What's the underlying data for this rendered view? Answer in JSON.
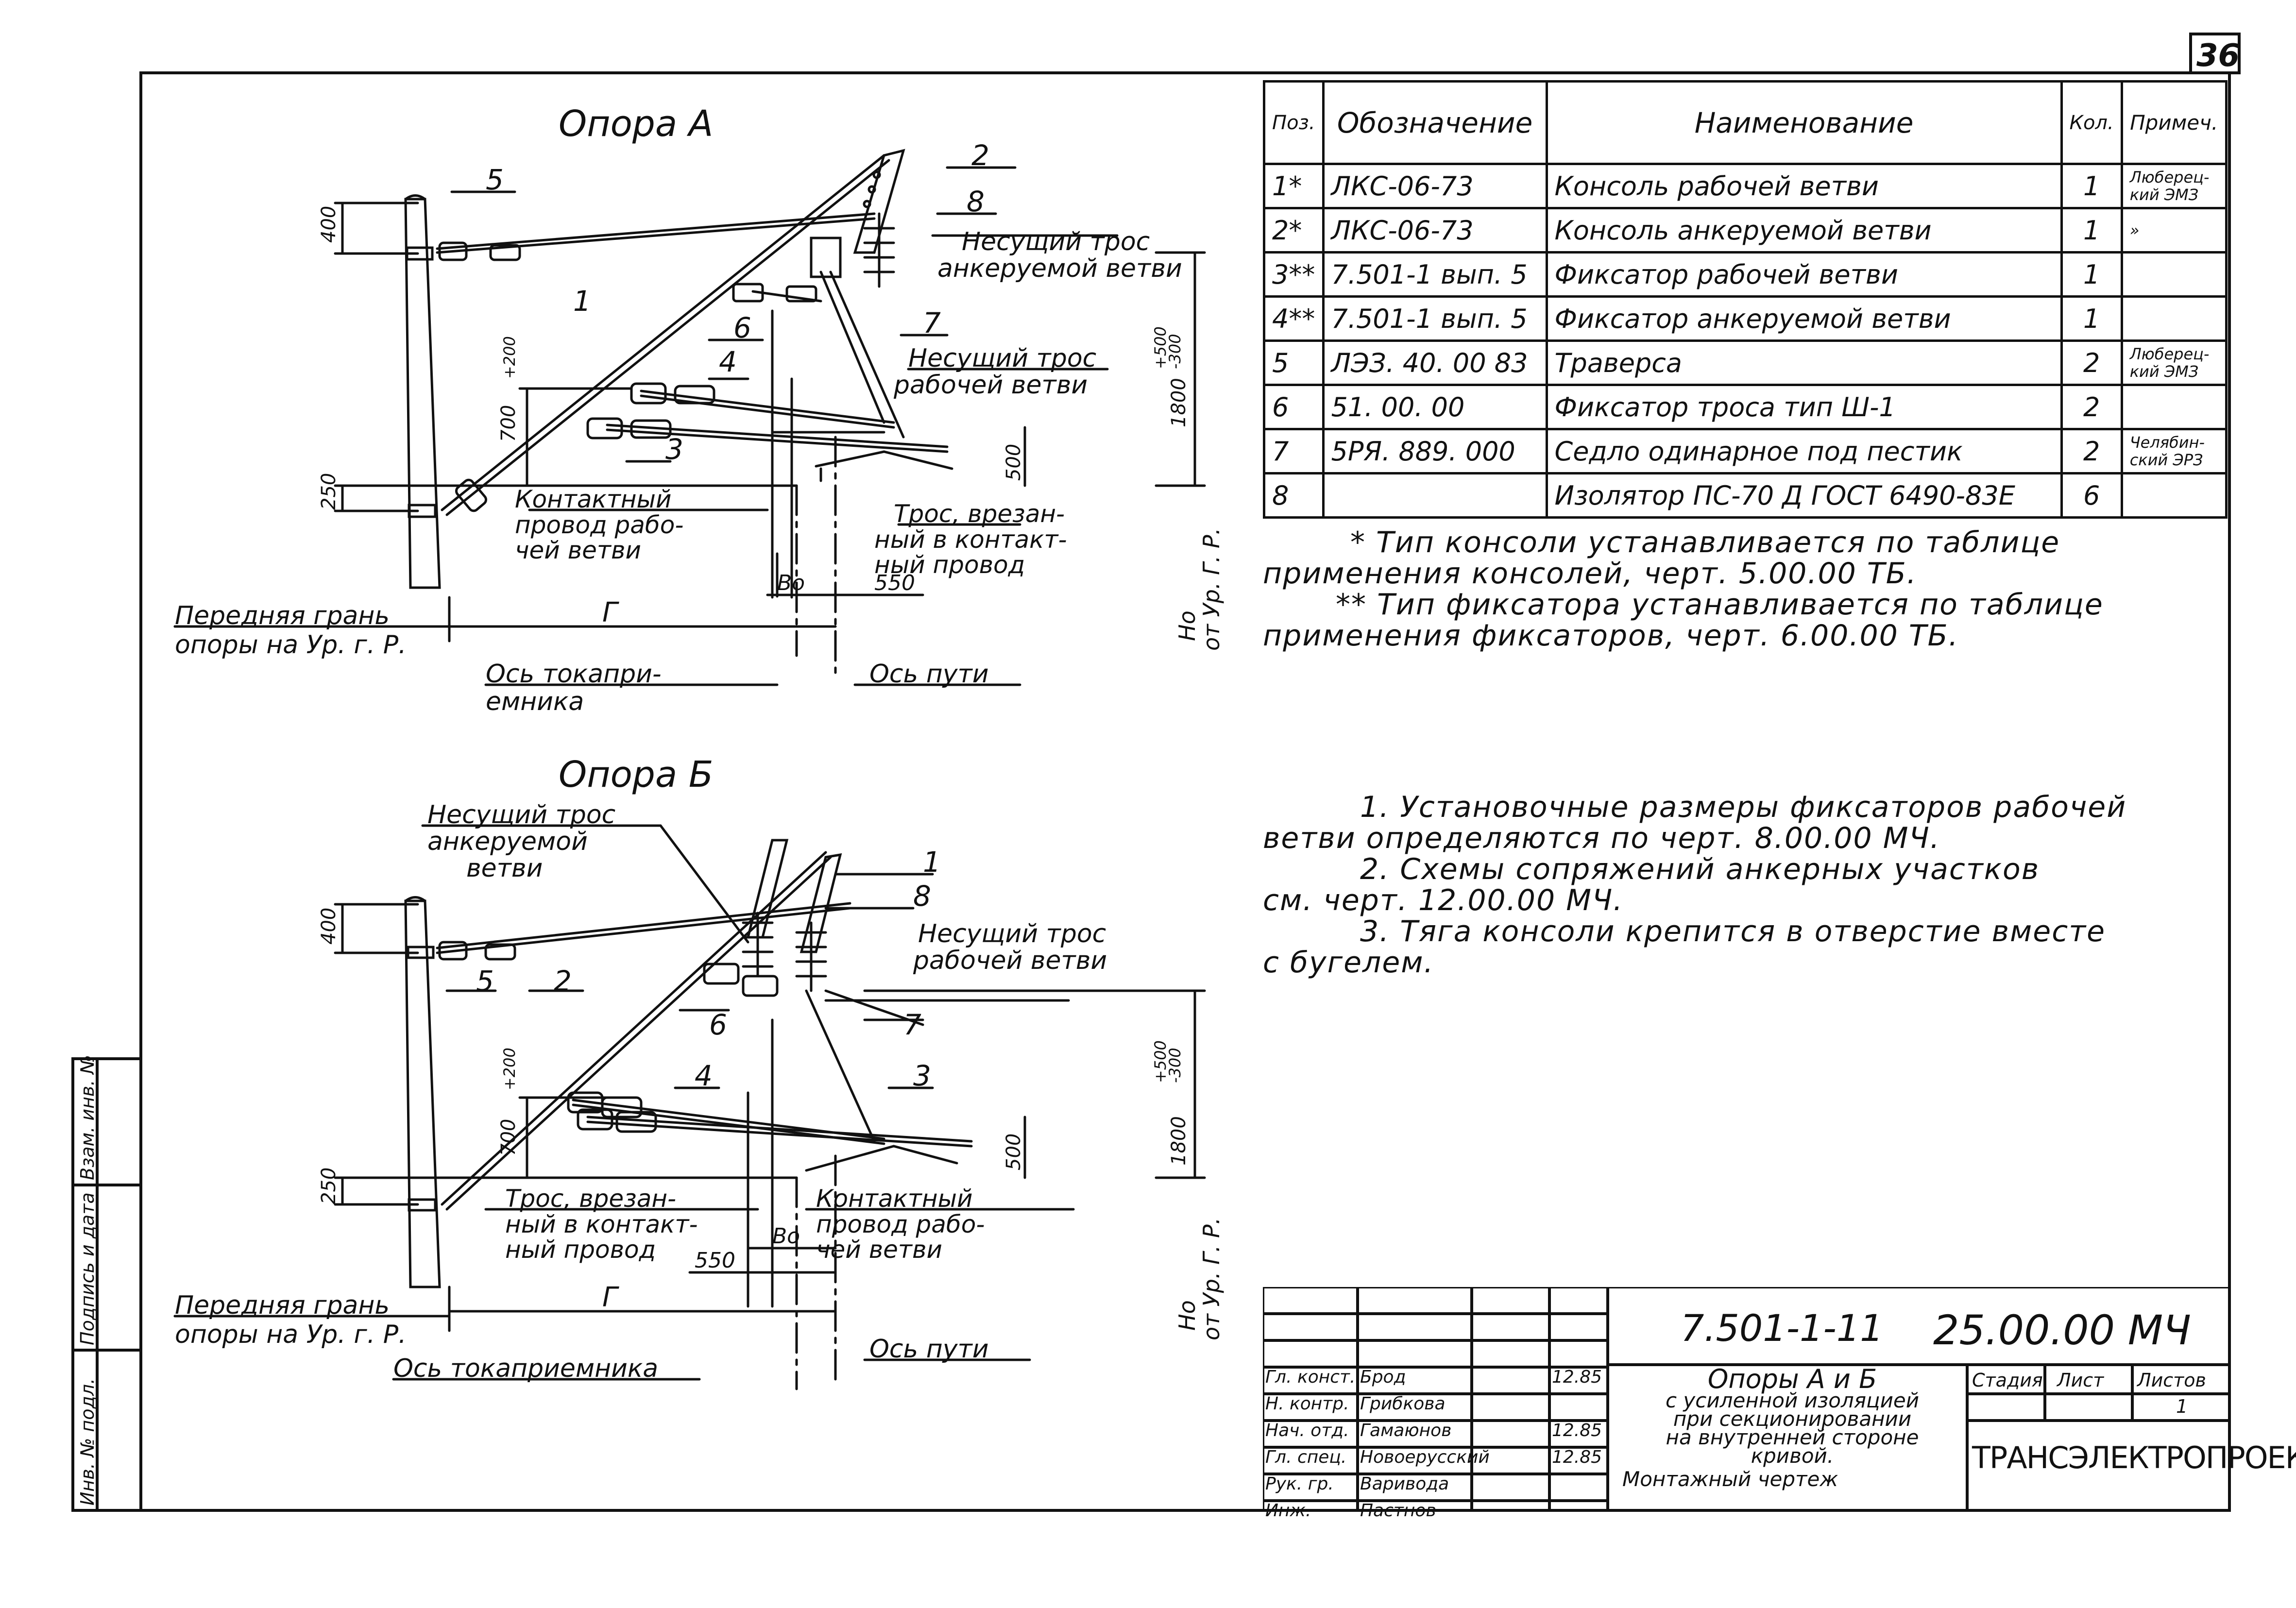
{
  "sheet": {
    "number": "36"
  },
  "drawings": {
    "support_a": {
      "title": "Опора А",
      "labels": {
        "n5": "5",
        "n2": "2",
        "n8": "8",
        "n1": "1",
        "n6": "6",
        "n7": "7",
        "n4": "4",
        "n3": "3",
        "carrier_anchored_1": "Несущий трос",
        "carrier_anchored_2": "анкеруемой ветви",
        "carrier_working_1": "Несущий трос",
        "carrier_working_2": "рабочей ветви",
        "contact_1": "Контактный",
        "contact_2": "провод рабо-",
        "contact_3": "чей ветви",
        "cable_1": "Трос, врезан-",
        "cable_2": "ный в контакт-",
        "cable_3": "ный провод",
        "front_1": "Передняя грань",
        "front_2": "опоры на Ур. г. Р.",
        "axis_pant_1": "Ось токапри-",
        "axis_pant_2": "емника",
        "axis_track": "Ось пути",
        "dim_400": "400",
        "dim_700": "700",
        "dim_200": "+200",
        "dim_250": "250",
        "dim_1800": "1800",
        "dim_500p": "+500",
        "dim_300m": "-300",
        "dim_500": "500",
        "dim_550": "550",
        "dim_bo": "Во",
        "dim_g": "Г",
        "ho_1": "Но",
        "ho_2": "от Ур. Г. Р."
      }
    },
    "support_b": {
      "title": "Опора Б",
      "labels": {
        "carrier_anchored_1": "Несущий трос",
        "carrier_anchored_2": "анкеруемой",
        "carrier_anchored_3": "ветви",
        "n1": "1",
        "n8": "8",
        "n5": "5",
        "n2": "2",
        "n6": "6",
        "n7": "7",
        "n4": "4",
        "n3": "3",
        "carrier_working_1": "Несущий трос",
        "carrier_working_2": "рабочей ветви",
        "cable_1": "Трос, врезан-",
        "cable_2": "ный в контакт-",
        "cable_3": "ный провод",
        "contact_1": "Контактный",
        "contact_2": "провод рабо-",
        "contact_3": "чей ветви",
        "front_1": "Передняя грань",
        "front_2": "опоры на Ур. г. Р.",
        "axis_pant": "Ось токаприемника",
        "axis_track": "Ось пути",
        "dim_400": "400",
        "dim_700": "700",
        "dim_200": "+200",
        "dim_250": "250",
        "dim_1800": "1800",
        "dim_500p": "+500",
        "dim_300m": "-300",
        "dim_500": "500",
        "dim_550": "550",
        "dim_bo": "Во",
        "dim_g": "Г",
        "ho_1": "Но",
        "ho_2": "от Ур. Г. Р."
      }
    }
  },
  "spec_table": {
    "headers": [
      "Поз.",
      "Обозначение",
      "Наименование",
      "Кол.",
      "Примеч."
    ],
    "rows": [
      [
        "1*",
        "ЛКС-06-73",
        "Консоль рабочей ветви",
        "1",
        "Люберец-кий ЭМЗ"
      ],
      [
        "2*",
        "ЛКС-06-73",
        "Консоль анкеруемой ветви",
        "1",
        "»"
      ],
      [
        "3**",
        "7.501-1 вып. 5",
        "Фиксатор рабочей ветви",
        "1",
        ""
      ],
      [
        "4**",
        "7.501-1 вып. 5",
        "Фиксатор анкеруемой ветви",
        "1",
        ""
      ],
      [
        "5",
        "ЛЭЗ. 40. 00 83",
        "Траверса",
        "2",
        "Люберец-кий ЭМЗ"
      ],
      [
        "6",
        "51. 00. 00",
        "Фиксатор троса тип Ш-1",
        "2",
        ""
      ],
      [
        "7",
        "5РЯ. 889. 000",
        "Седло одинарное под пестик",
        "2",
        "Челябин-ский ЭРЗ"
      ],
      [
        "8",
        "",
        "Изолятор ПС-70 Д ГОСТ 6490-83Е",
        "6",
        ""
      ]
    ]
  },
  "footnotes": [
    "* Тип консоли устанавливается по таблице",
    "применения консолей, черт. 5.00.00 ТБ.",
    "** Тип фиксатора устанавливается по таблице",
    "применения фиксаторов, черт. 6.00.00 ТБ."
  ],
  "notes": [
    "1. Установочные размеры фиксаторов рабочей",
    "ветви определяются по черт. 8.00.00 МЧ.",
    "2. Схемы сопряжений анкерных участков",
    "см. черт. 12.00.00 МЧ.",
    "3. Тяга консоли крепится в отверстие вместе",
    "с бугелем."
  ],
  "title_block": {
    "code": "7.501-1-11",
    "doc_number": "25.00.00 МЧ",
    "title_lines": [
      "Опоры А и Б",
      "с усиленной изоляцией",
      "при секционировании",
      "на внутренней стороне",
      "кривой."
    ],
    "subtitle": "Монтажный чертеж",
    "stage_label": "Стадия",
    "sheet_label": "Лист",
    "sheets_label": "Листов",
    "sheets_value": "1",
    "org": "ТРАНСЭЛЕКТРОПРОЕКТ",
    "staff": [
      {
        "role": "Гл. конст.",
        "name": "Брод",
        "date": "12.85"
      },
      {
        "role": "Н. контр.",
        "name": "Грибкова",
        "date": ""
      },
      {
        "role": "Нач. отд.",
        "name": "Гамаюнов",
        "date": "12.85"
      },
      {
        "role": "Гл. спец.",
        "name": "Новоерусский",
        "date": "12.85"
      },
      {
        "role": "Рук. гр.",
        "name": "Варивода",
        "date": ""
      },
      {
        "role": "Инж.",
        "name": "Пастнов",
        "date": ""
      }
    ]
  },
  "sidebar": {
    "inv_orig": "Инв. № подл.",
    "sign_date": "Подпись и дата",
    "inv_repl": "Взам. инв. №"
  }
}
